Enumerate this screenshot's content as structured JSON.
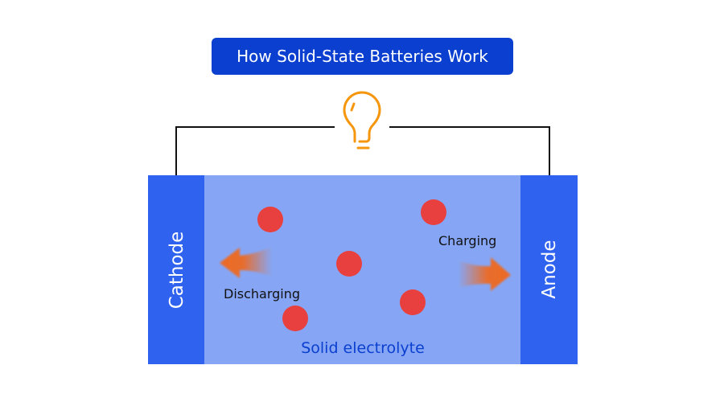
{
  "title": "How Solid-State Batteries Work",
  "electrodes": {
    "cathode": "Cathode",
    "anode": "Anode"
  },
  "electrolyte": "Solid electrolyte",
  "flows": {
    "discharging": "Discharging",
    "charging": "Charging"
  },
  "icons": {
    "bulb": "lightbulb-icon",
    "ion": "lithium-ion"
  },
  "ion_count": 5,
  "colors": {
    "title_bg": "#0a3fcf",
    "electrode": "#2f63ef",
    "electrolyte": "#86a6f5",
    "ion": "#e8403e",
    "arrow": "#ec6a24",
    "bulb": "#f5960d",
    "electrolyte_text": "#0a3fcf"
  }
}
